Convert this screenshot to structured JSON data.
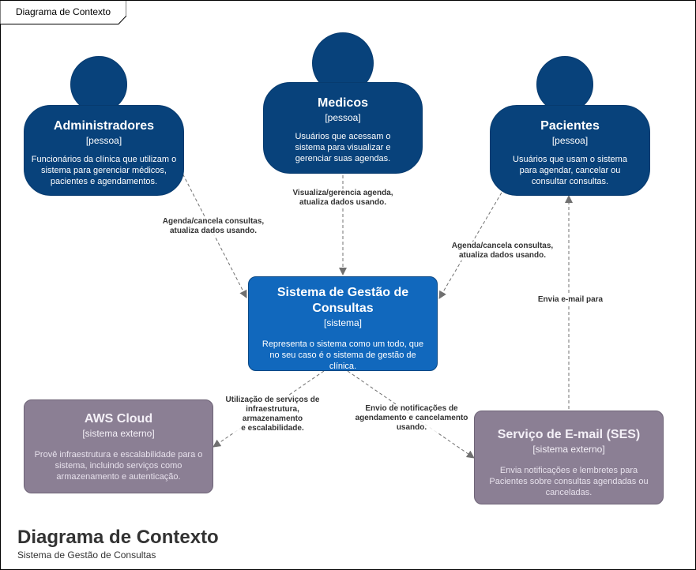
{
  "diagram": {
    "tab_title": "Diagrama de Contexto",
    "footer_title": "Diagrama de Contexto",
    "footer_subtitle": "Sistema de Gestão de Consultas"
  },
  "persons": {
    "admins": {
      "title": "Administradores",
      "type": "[pessoa]",
      "desc": "Funcionários da clínica que utilizam o sistema para gerenciar médicos, pacientes e agendamentos."
    },
    "medicos": {
      "title": "Medicos",
      "type": "[pessoa]",
      "desc": "Usuários que acessam o sistema para visualizar e gerenciar suas agendas."
    },
    "pacientes": {
      "title": "Pacientes",
      "type": "[pessoa]",
      "desc": "Usuários que usam o sistema para agendar, cancelar ou consultar consultas."
    }
  },
  "system": {
    "title": "Sistema de Gestão de Consultas",
    "type": "[sistema]",
    "desc": "Representa o sistema como um todo, que no seu caso é o sistema de gestão de clínica."
  },
  "external": {
    "aws": {
      "title": "AWS Cloud",
      "type": "[sistema externo]",
      "desc": "Provê infraestrutura e escalabilidade para o sistema, incluindo serviços como armazenamento e autenticação."
    },
    "ses": {
      "title": "Serviço de E-mail (SES)",
      "type": "[sistema externo]",
      "desc": "Envia notificações e lembretes para Pacientes sobre consultas agendadas ou canceladas."
    }
  },
  "edges": {
    "admins_to_system": "Agenda/cancela consultas,\natualiza dados usando.",
    "medicos_to_system": "Visualiza/gerencia agenda,\natualiza dados usando.",
    "pacientes_to_system": "Agenda/cancela consultas,\natualiza dados usando.",
    "system_to_aws": "Utilização de serviços de\ninfraestrutura, armazenamento\ne escalabilidade.",
    "system_to_ses": "Envio de notificações de\nagendamento e cancelamento\nusando.",
    "ses_to_pacientes": "Envia e-mail para"
  },
  "colors": {
    "person": "#08427b",
    "system": "#1168bd",
    "external_system": "#8b7f94",
    "edge": "#707070"
  }
}
